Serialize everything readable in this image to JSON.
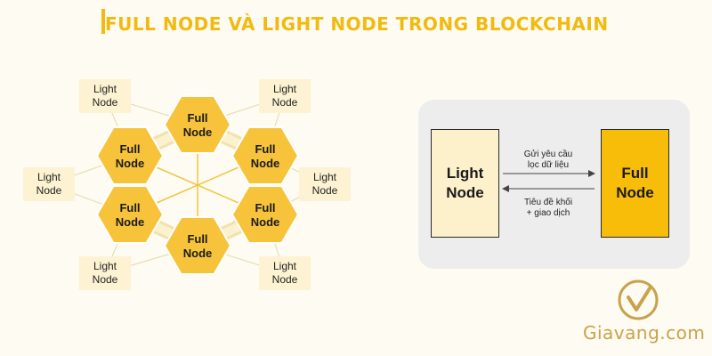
{
  "header": {
    "title": "FULL NODE VÀ LIGHT NODE TRONG BLOCKCHAIN"
  },
  "network": {
    "full_node_label": "Full\nNode",
    "light_node_label": "Light\nNode"
  },
  "flow": {
    "light_node": "Light\nNode",
    "full_node": "Full\nNode",
    "request_label": "Gửi yêu cầu\nlọc dữ liệu",
    "response_label": "Tiêu đề khối\n+   giao dịch"
  },
  "brand": {
    "logo_text": "Giavang.com"
  },
  "colors": {
    "accent": "#f2b90f",
    "hex_fill": "#f6c33a",
    "light_box": "#fdf1cc",
    "full_box": "#f7bd08",
    "light_label_bg": "#fdf3d2",
    "logo": "#c9a24b"
  }
}
